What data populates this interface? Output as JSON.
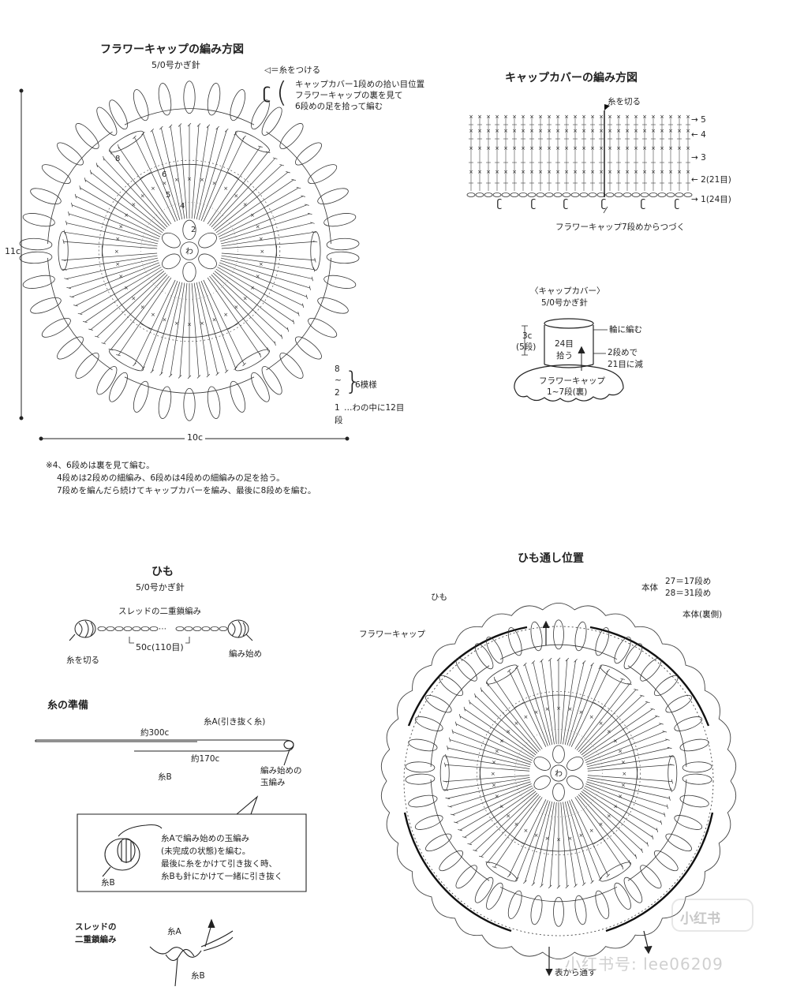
{
  "flower_cap": {
    "title": "フラワーキャップの編み方図",
    "hook": "5/0号かぎ針",
    "legend_attach": "◁＝糸をつける",
    "legend_pick": "キャップカバー1段めの拾い目位置",
    "legend_pick2": "フラワーキャップの裏を見て",
    "legend_pick3": "6段めの足を拾って編む",
    "height_label": "11c",
    "width_label": "10c",
    "round_center": "わ",
    "rounds": [
      "8",
      "~",
      "2"
    ],
    "rounds_note": "6模様",
    "round1": "1",
    "round1_note": "…わの中に12目",
    "dan": "段",
    "row_labels": [
      "2",
      "4",
      "5",
      "6",
      "8"
    ],
    "notes": [
      "※4、6段めは裏を見て編む。",
      "4段めは2段めの細編み、6段めは4段めの細編みの足を拾う。",
      "7段めを編んだら続けてキャップカバーを編み、最後に8段めを編む。"
    ]
  },
  "cap_cover": {
    "title": "キャップカバーの編み方図",
    "cut_label": "糸を切る",
    "rows": [
      "→ 5",
      "← 4",
      "→ 3",
      "← 2(21目)",
      "→ 1(24目)"
    ],
    "continue_label": "フラワーキャップ7段めからつづく",
    "sub_title": "〈キャップカバー〉",
    "sub_hook": "5/0号かぎ針",
    "height": "3c",
    "height_rows": "(5段)",
    "stitches": "24目",
    "pickup": "拾う",
    "round_note": "輪に編む",
    "decrease_note1": "2段めで",
    "decrease_note2": "21目に減",
    "base_label1": "フラワーキャップ",
    "base_label2": "1~7段(裏)"
  },
  "cord": {
    "title": "ひも",
    "hook": "5/0号かぎ針",
    "stitch_label": "スレッドの二重鎖編み",
    "length": "50c(110目)",
    "cut_label": "糸を切る",
    "start_label": "編み始め"
  },
  "yarn_prep": {
    "title": "糸の準備",
    "yarn_a": "糸A(引き抜く糸)",
    "length_a": "約300c",
    "length_b": "約170c",
    "yarn_b": "糸B",
    "bobble1": "編み始めの",
    "bobble2": "玉編み",
    "box_lines": [
      "糸Aで編み始めの玉編み",
      "(未完成の状態)を編む。",
      "最後に糸をかけて引き抜く時、",
      "糸Bも針にかけて一緒に引き抜く"
    ],
    "box_yarn_b": "糸B",
    "thread_title1": "スレッドの",
    "thread_title2": "二重鎖編み",
    "thread_a": "糸A",
    "thread_b": "糸B"
  },
  "threading": {
    "title": "ひも通し位置",
    "body": "本体",
    "rows1": "27＝17段め",
    "rows2": "28＝31段め",
    "body_back": "本体(裏側)",
    "cord": "ひも",
    "flower_cap": "フラワーキャップ",
    "from_front": "表から通す"
  },
  "watermark": {
    "text": "小红书号: lee06209",
    "logo": "小红书"
  }
}
